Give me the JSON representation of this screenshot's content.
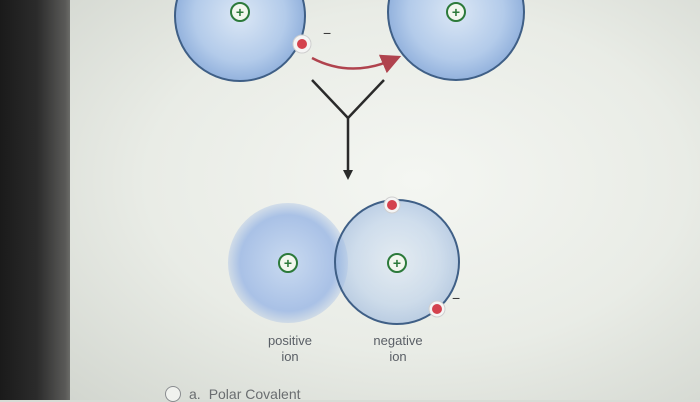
{
  "diagram": {
    "labels": {
      "positive_line1": "positive",
      "positive_line2": "ion",
      "negative_line1": "negative",
      "negative_line2": "ion"
    },
    "signs": {
      "plus": "+",
      "minus": "−"
    }
  },
  "options": [
    {
      "letter": "a.",
      "label": "Polar Covalent"
    }
  ],
  "colors": {
    "atom_fill": "#a9c3e6",
    "atom_outline": "#3f5f86",
    "electron": "#d4424e",
    "arrow": "#2a2a2a",
    "transfer_arrow": "#b0434e"
  }
}
